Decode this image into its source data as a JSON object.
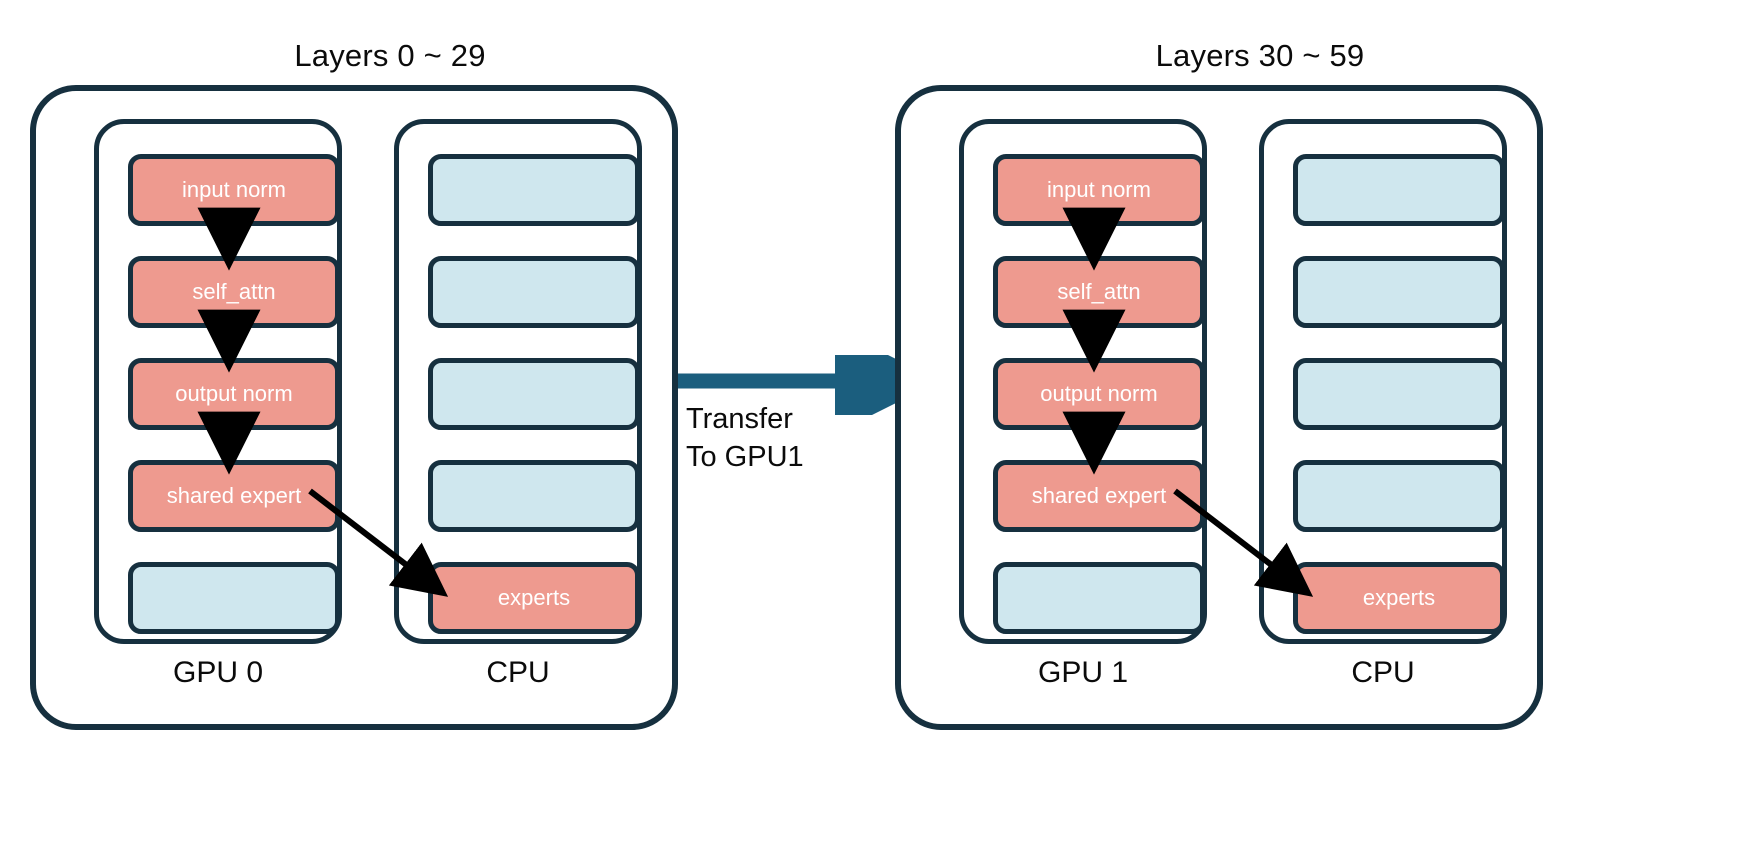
{
  "figure": {
    "background": "#ffffff",
    "colors": {
      "block_red": "#ee9a8f",
      "block_blue": "#cfe7ee",
      "outline": "#16303f",
      "transfer_arrow": "#1b5e7e",
      "flow_arrow": "#000000",
      "block_text": "#ffffff",
      "caption_text": "#0b0b0b"
    }
  },
  "panels": [
    {
      "id": "panel-left",
      "title": "Layers 0 ~ 29",
      "gpu": {
        "label": "GPU 0",
        "blocks": [
          {
            "label": "input norm",
            "kind": "red"
          },
          {
            "label": "self_attn",
            "kind": "red"
          },
          {
            "label": "output norm",
            "kind": "red"
          },
          {
            "label": "shared expert",
            "kind": "red"
          },
          {
            "label": "",
            "kind": "blue"
          }
        ]
      },
      "cpu": {
        "label": "CPU",
        "blocks": [
          {
            "label": "",
            "kind": "blue"
          },
          {
            "label": "",
            "kind": "blue"
          },
          {
            "label": "",
            "kind": "blue"
          },
          {
            "label": "",
            "kind": "blue"
          },
          {
            "label": "experts",
            "kind": "red"
          }
        ]
      }
    },
    {
      "id": "panel-right",
      "title": "Layers 30 ~ 59",
      "gpu": {
        "label": "GPU 1",
        "blocks": [
          {
            "label": "input norm",
            "kind": "red"
          },
          {
            "label": "self_attn",
            "kind": "red"
          },
          {
            "label": "output norm",
            "kind": "red"
          },
          {
            "label": "shared expert",
            "kind": "red"
          },
          {
            "label": "",
            "kind": "blue"
          }
        ]
      },
      "cpu": {
        "label": "CPU",
        "blocks": [
          {
            "label": "",
            "kind": "blue"
          },
          {
            "label": "",
            "kind": "blue"
          },
          {
            "label": "",
            "kind": "blue"
          },
          {
            "label": "",
            "kind": "blue"
          },
          {
            "label": "experts",
            "kind": "red"
          }
        ]
      }
    }
  ],
  "transfer": {
    "label": "Transfer\nTo GPU1",
    "line1": "Transfer",
    "line2": "To GPU1"
  }
}
